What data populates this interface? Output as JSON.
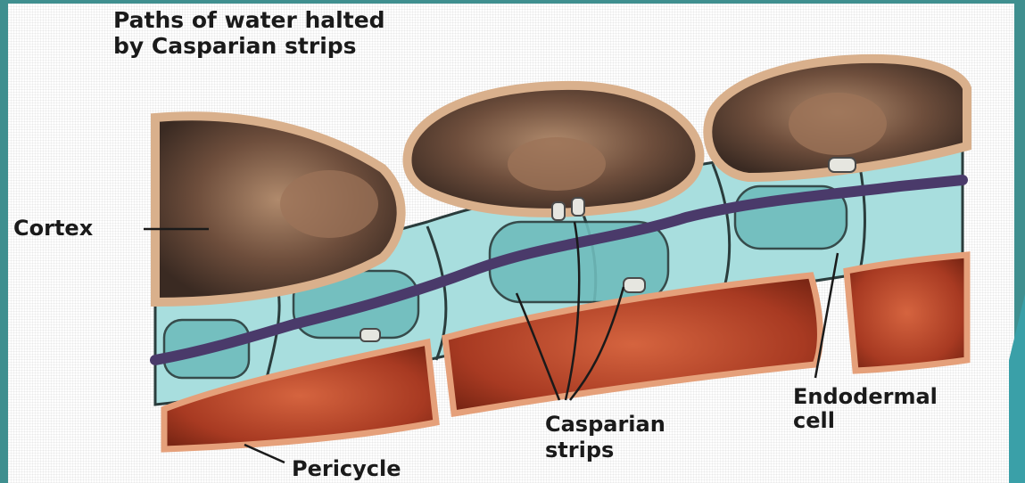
{
  "title": {
    "line1": "Paths of water halted",
    "line2": "by Casparian strips"
  },
  "labels": {
    "cortex": "Cortex",
    "endodermal_line1": "Endodermal",
    "endodermal_line2": "cell",
    "casparian_line1": "Casparian",
    "casparian_line2": "strips",
    "pericycle": "Pericycle"
  },
  "colors": {
    "background": "#3f8f8f",
    "cortex_fill": "#7a5a45",
    "cortex_wall": "#d9b08c",
    "endodermis_fill": "#a8dede",
    "water_path": "#4a3a6a",
    "pericycle_fill": "#b8452a"
  }
}
